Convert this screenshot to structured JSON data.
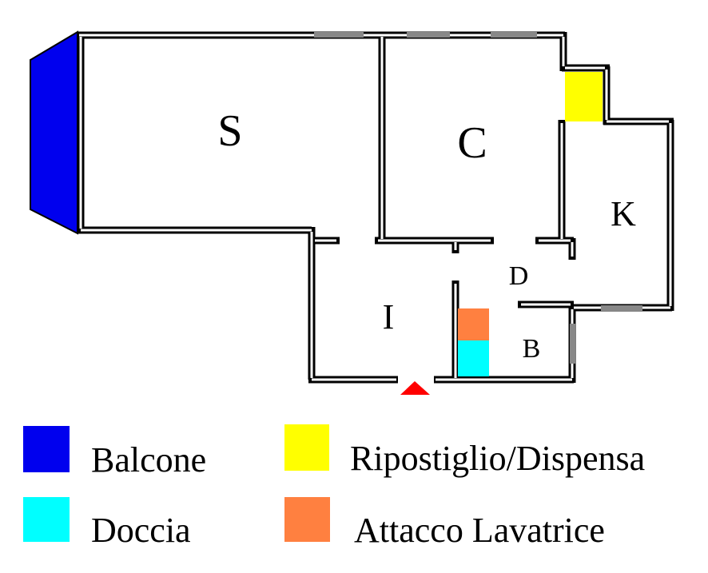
{
  "rooms": {
    "s": "S",
    "c": "C",
    "k": "K",
    "d": "D",
    "i": "I",
    "b": "B"
  },
  "legend": [
    {
      "label": "Balcone",
      "color": "#0000ee"
    },
    {
      "label": "Ripostiglio/Dispensa",
      "color": "#ffff00"
    },
    {
      "label": "Doccia",
      "color": "#00ffff"
    },
    {
      "label": "Attacco Lavatrice",
      "color": "#ff8040"
    }
  ],
  "colors": {
    "wall": "#000000",
    "window": "#888888",
    "entrance_marker": "#ff0000",
    "balcone": "#0000ee",
    "ripostiglio": "#ffff00",
    "doccia": "#00ffff",
    "lavatrice": "#ff8040"
  },
  "icons": {
    "entrance": "entrance-triangle-icon"
  }
}
